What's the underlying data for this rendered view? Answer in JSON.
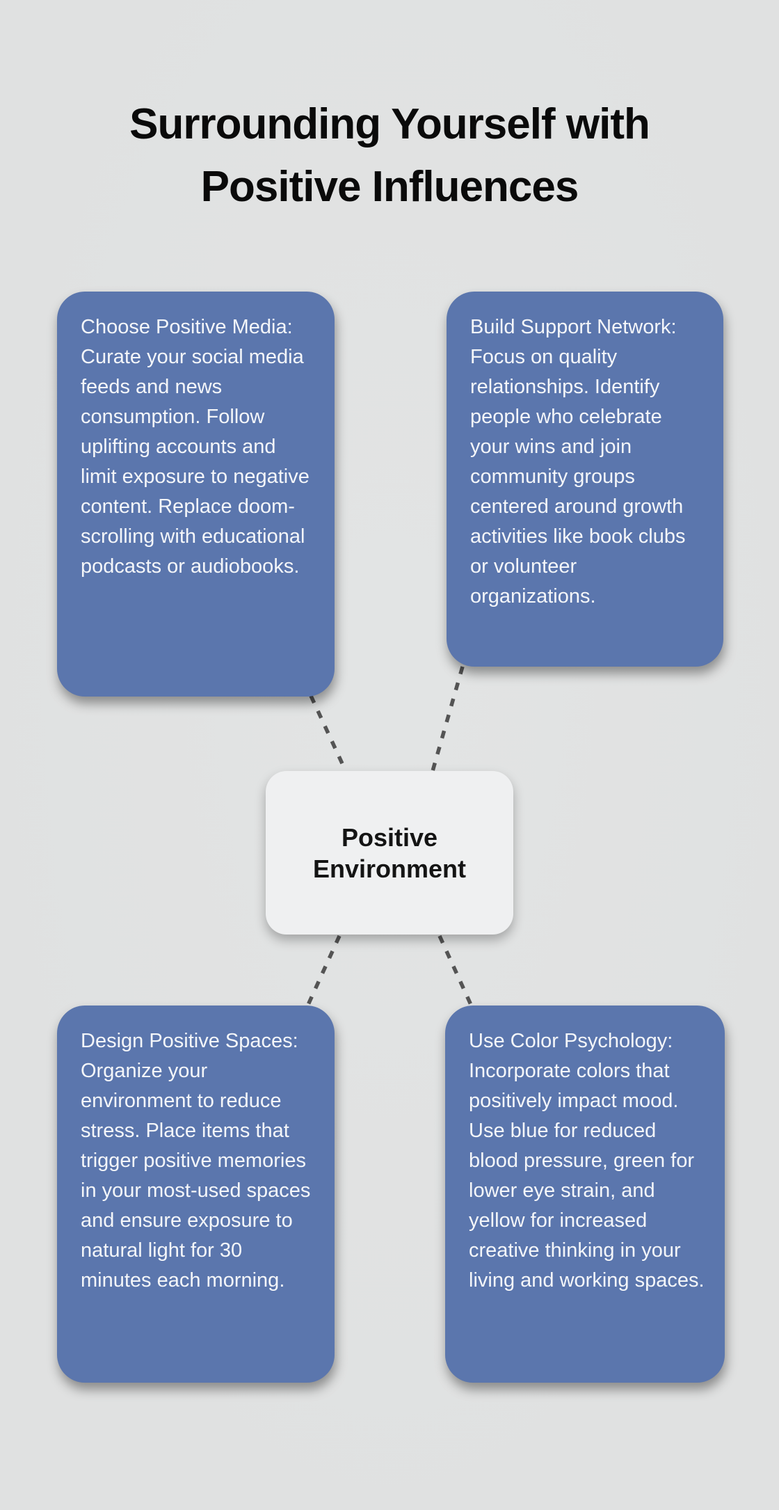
{
  "title": {
    "text": "Surrounding Yourself with Positive Influences"
  },
  "center_node": {
    "label": "Positive Environment"
  },
  "branches": [
    {
      "id": "choose-positive-media",
      "position": "top-left",
      "text": "Choose Positive Media: Curate your social media feeds and news consumption. Follow uplifting accounts and limit exposure to negative content. Replace doom-scrolling with educational podcasts or audiobooks."
    },
    {
      "id": "build-support-network",
      "position": "top-right",
      "text": "Build Support Network: Focus on quality relationships. Identify people who celebrate your wins and join community groups centered around growth activities like book clubs or volunteer organizations."
    },
    {
      "id": "design-positive-spaces",
      "position": "bottom-left",
      "text": "Design Positive Spaces: Organize your environment to reduce stress. Place items that trigger positive memories in your most-used spaces and ensure exposure to natural light for 30 minutes each morning."
    },
    {
      "id": "use-color-psychology",
      "position": "bottom-right",
      "text": "Use Color Psychology: Incorporate colors that positively impact mood. Use blue for reduced blood pressure, green for lower eye strain, and yellow for increased creative thinking in your living and working spaces."
    }
  ],
  "colors": {
    "background": "#e0e1e1",
    "branch_fill": "#5b76ad",
    "branch_text": "#f4f6f9",
    "center_fill": "#eff0f1",
    "center_text": "#141414",
    "connector": "#545454",
    "title_text": "#0a0a0a"
  }
}
